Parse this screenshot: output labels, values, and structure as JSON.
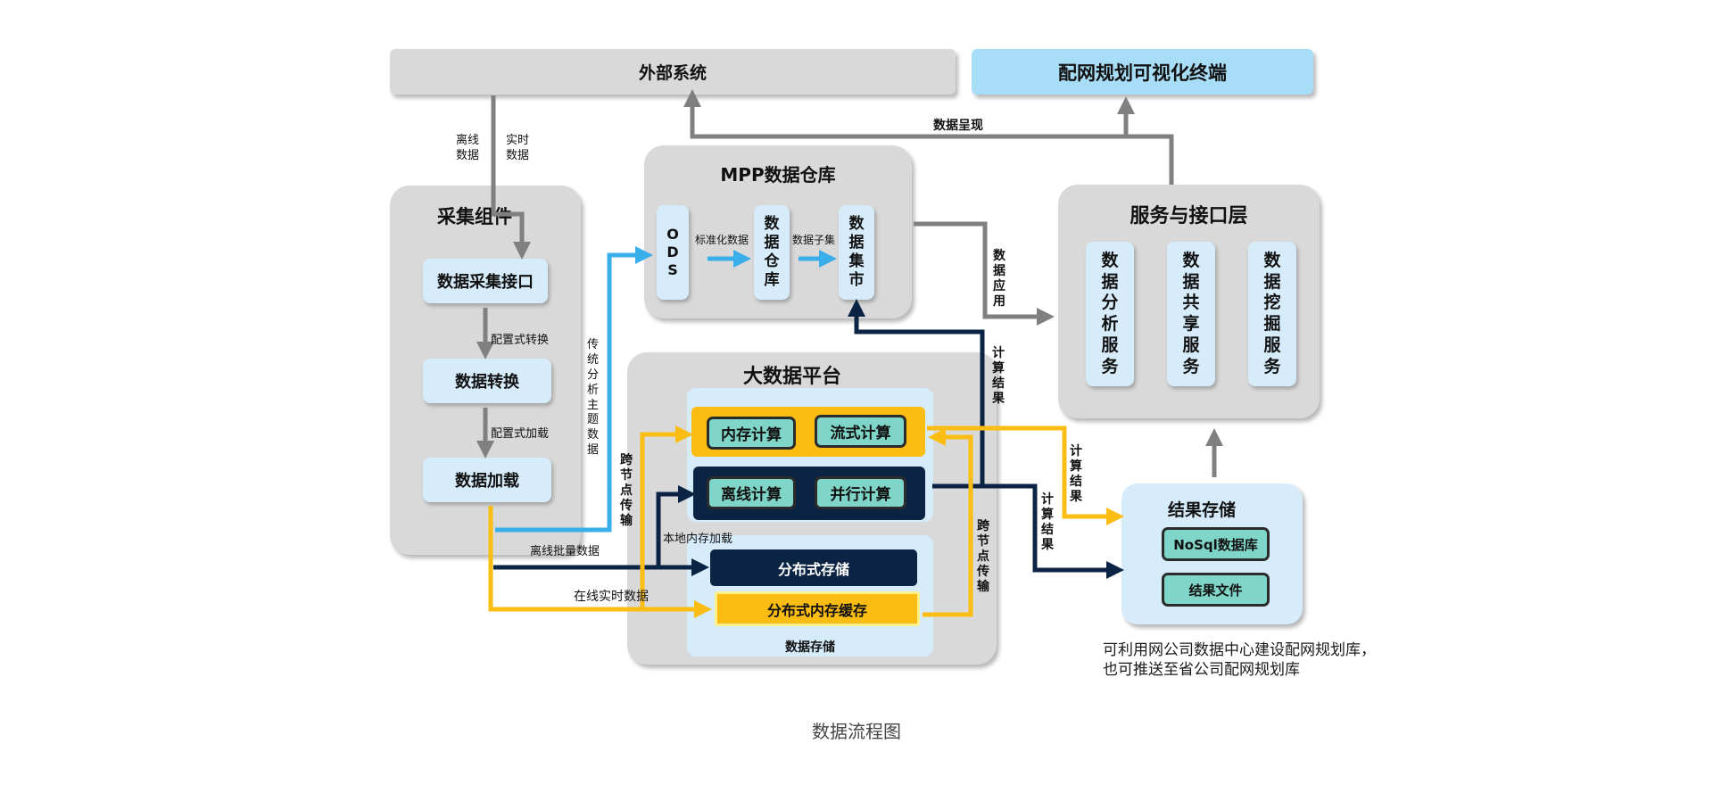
{
  "top": {
    "external_system": "外部系统",
    "terminal": "配网规划可视化终端",
    "data_presentation": "数据呈现"
  },
  "input_labels": {
    "offline": "离线数据",
    "realtime": "实时数据"
  },
  "collect": {
    "title": "采集组件",
    "interface": "数据采集接口",
    "convert": "数据转换",
    "load": "数据加载",
    "cfg_convert": "配置式转换",
    "cfg_load": "配置式加载"
  },
  "mpp": {
    "title": "MPP数据仓库",
    "ods": "ODS",
    "warehouse": "数据仓库",
    "mart": "数据集市",
    "std_data": "标准化数据",
    "subset": "数据子集",
    "data_app": "数据应用"
  },
  "service": {
    "title": "服务与接口层",
    "items": [
      "数据分析服务",
      "数据共享服务",
      "数据挖掘服务"
    ]
  },
  "bigdata": {
    "title": "大数据平台",
    "mem_compute": "内存计算",
    "stream_compute": "流式计算",
    "offline_compute": "离线计算",
    "parallel_compute": "并行计算",
    "dist_storage": "分布式存储",
    "dist_mem_cache": "分布式内存缓存",
    "data_storage": "数据存储"
  },
  "result": {
    "title": "结果存储",
    "nosql": "NoSql数据库",
    "file": "结果文件"
  },
  "flow_labels": {
    "traditional_theme": "传统分析主题数据",
    "cross_node_left": "跨节点传输",
    "cross_node_right": "跨节点传输",
    "local_mem_load": "本地内存加载",
    "offline_batch": "离线批量数据",
    "online_realtime": "在线实时数据",
    "calc_result_up": "计算结果",
    "calc_result_yellow": "计算结果",
    "calc_result_navy": "计算结果"
  },
  "note": "可利用网公司数据中心建设配网规划库，也可推送至省公司配网规划库",
  "caption": "数据流程图",
  "colors": {
    "gray_arrow": "#808080",
    "blue_arrow": "#3aaee8",
    "navy_arrow": "#0c2444",
    "yellow_arrow": "#fbbd13",
    "panel_gray": "#d9d9d9",
    "light_blue": "#d6ecfb",
    "terminal_blue": "#a8ddf7",
    "teal": "#7fd6c8"
  }
}
